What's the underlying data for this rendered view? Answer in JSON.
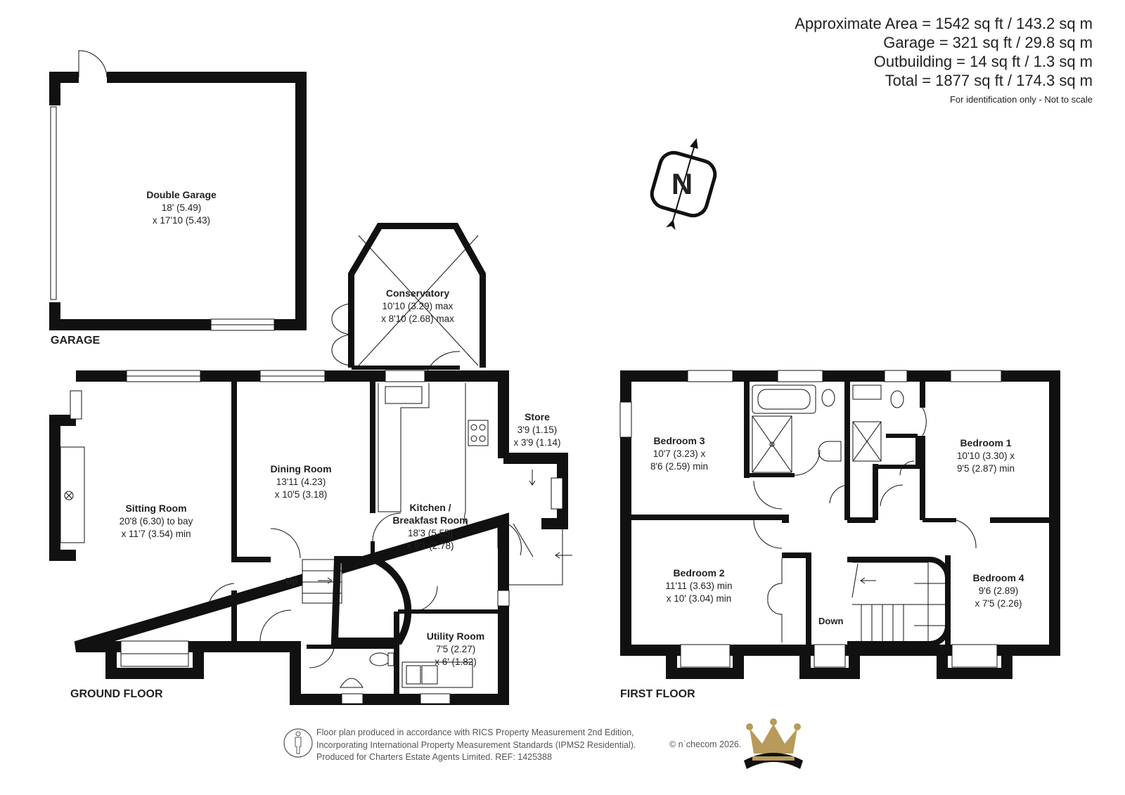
{
  "areas": {
    "approximate": "Approximate Area = 1542 sq ft / 143.2 sq m",
    "garage": "Garage = 321 sq ft / 29.8 sq m",
    "outbuilding": "Outbuilding = 14 sq ft / 1.3 sq m",
    "total": "Total = 1877 sq ft / 174.3 sq m",
    "disclaimer": "For identification only - Not to scale"
  },
  "compass": {
    "letter": "N"
  },
  "floors": {
    "garage": "GARAGE",
    "ground": "GROUND FLOOR",
    "first": "FIRST FLOOR"
  },
  "rooms": {
    "double_garage": {
      "name": "Double Garage",
      "dim1": "18' (5.49)",
      "dim2": "x 17'10 (5.43)"
    },
    "conservatory": {
      "name": "Conservatory",
      "dim1": "10'10 (3.29) max",
      "dim2": "x 8'10 (2.68) max"
    },
    "sitting_room": {
      "name": "Sitting Room",
      "dim1": "20'8 (6.30) to bay",
      "dim2": "x 11'7 (3.54) min"
    },
    "dining_room": {
      "name": "Dining Room",
      "dim1": "13'11 (4.23)",
      "dim2": "x 10'5 (3.18)"
    },
    "kitchen": {
      "name1": "Kitchen /",
      "name2": "Breakfast Room",
      "dim1": "18'3 (5.55)",
      "dim2": "x 9'1 (2.78)"
    },
    "store": {
      "name": "Store",
      "dim1": "3'9 (1.15)",
      "dim2": "x 3'9 (1.14)"
    },
    "utility_room": {
      "name": "Utility Room",
      "dim1": "7'5 (2.27)",
      "dim2": "x 6' (1.82)"
    },
    "bedroom3": {
      "name": "Bedroom 3",
      "dim1": "10'7 (3.23) x",
      "dim2": "8'6 (2.59) min"
    },
    "bedroom1": {
      "name": "Bedroom 1",
      "dim1": "10'10 (3.30) x",
      "dim2": "9'5 (2.87) min"
    },
    "bedroom2": {
      "name": "Bedroom 2",
      "dim1": "11'11 (3.63) min",
      "dim2": "x 10' (3.04) min"
    },
    "bedroom4": {
      "name": "Bedroom 4",
      "dim1": "9'6 (2.89)",
      "dim2": "x 7'5 (2.26)"
    }
  },
  "stairs": {
    "up": "Up",
    "down": "Down"
  },
  "footer": {
    "line1": "Floor plan produced in accordance with RICS Property Measurement 2nd Edition,",
    "line2": "Incorporating International Property Measurement Standards (IPMS2 Residential).",
    "line3": "Produced for Charters Estate Agents Limited.   REF: 1425388",
    "copyright": "© nʿchecom 2026."
  },
  "colors": {
    "wall": "#111111",
    "crown": "#b89a5a",
    "text": "#222222"
  }
}
